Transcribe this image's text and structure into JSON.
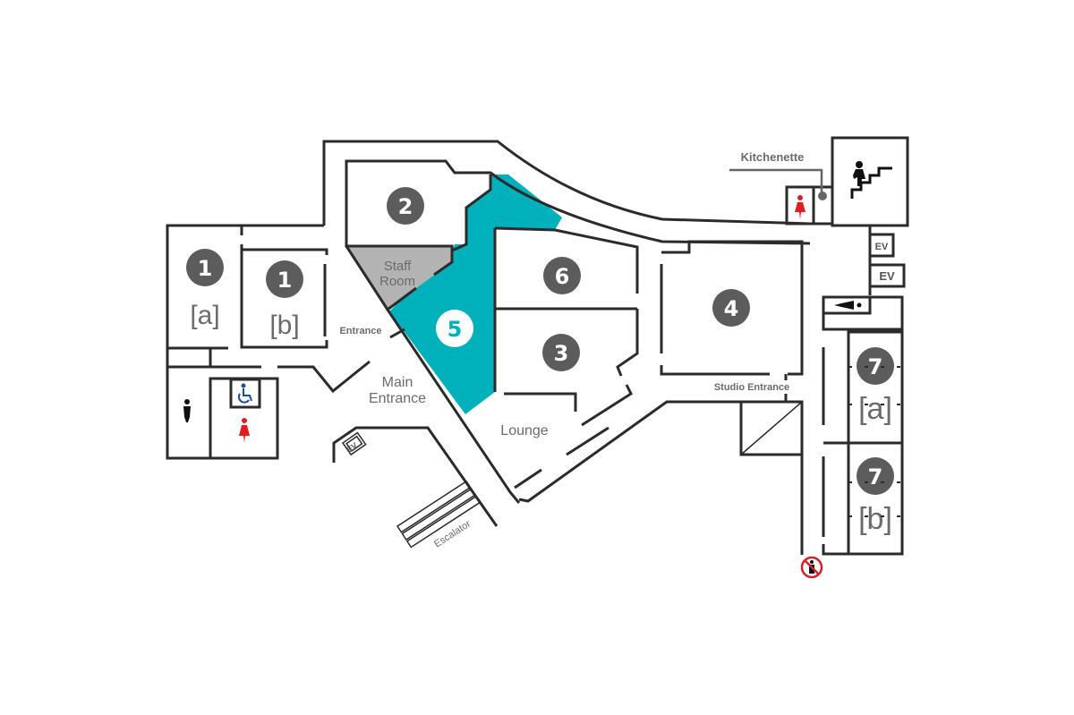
{
  "map": {
    "highlight_color": "#00b0bb",
    "staff_room_color": "#b3b3b3",
    "rooms": [
      {
        "id": "room-1a",
        "number": "1",
        "suffix": "[a]"
      },
      {
        "id": "room-1b",
        "number": "1",
        "suffix": "[b]"
      },
      {
        "id": "room-2",
        "number": "2"
      },
      {
        "id": "room-3",
        "number": "3"
      },
      {
        "id": "room-4",
        "number": "4"
      },
      {
        "id": "room-5",
        "number": "5",
        "highlighted": true
      },
      {
        "id": "room-6",
        "number": "6"
      },
      {
        "id": "room-7a",
        "number": "7",
        "suffix": "[a]"
      },
      {
        "id": "room-7b",
        "number": "7",
        "suffix": "[b]"
      }
    ],
    "labels": {
      "staff_room_line1": "Staff",
      "staff_room_line2": "Room",
      "entrance": "Entrance",
      "main_entrance_line1": "Main",
      "main_entrance_line2": "Entrance",
      "lounge": "Lounge",
      "studio_entrance": "Studio Entrance",
      "kitchenette": "Kitchenette",
      "escalator": "Escalator",
      "ev": "EV"
    },
    "icons": [
      "mens-restroom-icon",
      "womens-restroom-icon",
      "accessible-restroom-icon",
      "stairs-icon",
      "smoking-area-icon",
      "no-entry-icon",
      "elevator-icon",
      "kitchenette-marker-icon"
    ]
  }
}
